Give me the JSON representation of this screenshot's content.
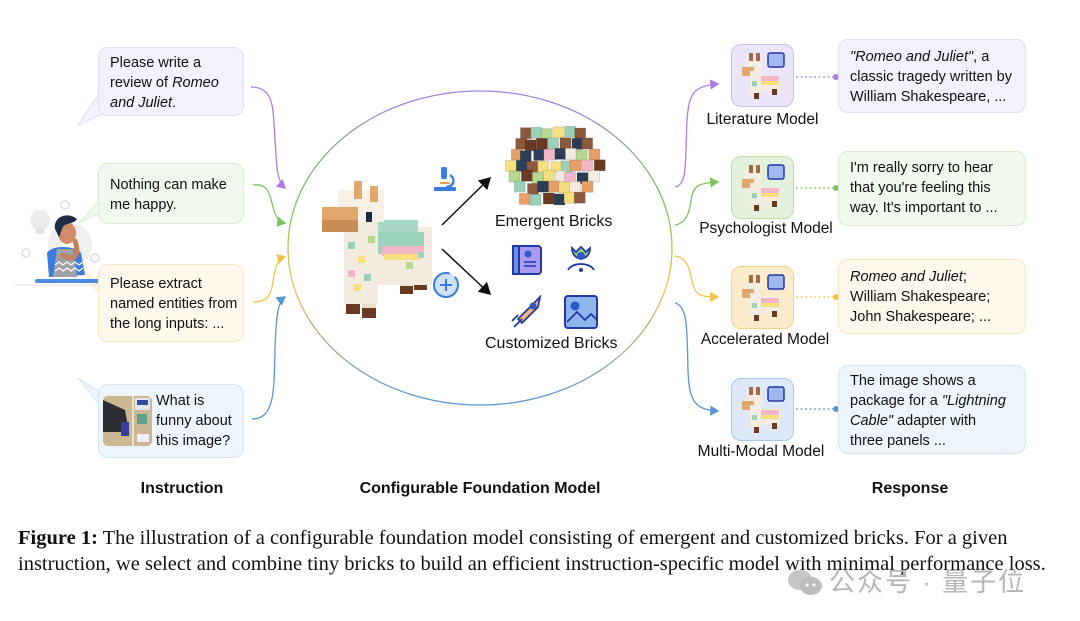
{
  "figure": {
    "section_labels": {
      "instruction": "Instruction",
      "model": "Configurable Foundation Model",
      "response": "Response"
    },
    "instructions": [
      {
        "segments": [
          {
            "text": "Please write a review of ",
            "italic": false
          },
          {
            "text": "Romeo and Juliet",
            "italic": true
          },
          {
            "text": ".",
            "italic": false
          }
        ],
        "lines": [
          "Please write a",
          "review of |Romeo|",
          "|and Juliet|."
        ],
        "color": "purple"
      },
      {
        "lines": [
          "Nothing can make",
          "me happy."
        ],
        "color": "green"
      },
      {
        "lines": [
          "Please extract",
          "named entities from",
          "the long inputs: ..."
        ],
        "color": "yellow"
      },
      {
        "lines": [
          "What is",
          "funny about",
          "this image?"
        ],
        "color": "blue",
        "has_image": true,
        "image_desc": "photo of a phone plugged into a VGA-style connector"
      }
    ],
    "center": {
      "emergent_label": "Emergent Bricks",
      "customized_label": "Customized Bricks",
      "icons": [
        "llama-brick-model",
        "microscope-icon",
        "plus-circle-icon",
        "emergent-bricks-pile",
        "book-brick-icon",
        "psychology-brick-icon",
        "rocket-brick-icon",
        "image-brick-icon"
      ]
    },
    "models": [
      {
        "label": "Literature Model",
        "color": "purple",
        "brick_icon": "book-brick-icon"
      },
      {
        "label": "Psychologist Model",
        "color": "green",
        "brick_icon": "psychology-brick-icon"
      },
      {
        "label": "Accelerated Model",
        "color": "yellow",
        "brick_icon": "rocket-brick-icon"
      },
      {
        "label": "Multi-Modal Model",
        "color": "blue",
        "brick_icon": "image-brick-icon"
      }
    ],
    "responses": [
      {
        "lines": [
          "|\"Romeo and Juliet\"|, a",
          "classic tragedy written by",
          "William Shakespeare, ..."
        ],
        "color": "purple"
      },
      {
        "lines": [
          "I'm really sorry to hear",
          "that you're feeling this",
          "way. It's important to ..."
        ],
        "color": "green"
      },
      {
        "lines": [
          "|Romeo and Juliet|;",
          "William Shakespeare;",
          "John Shakespeare; ..."
        ],
        "color": "yellow"
      },
      {
        "lines": [
          "The image shows a",
          "package for a |\"Lightning|",
          "|Cable\"| adapter with",
          "three panels ..."
        ],
        "color": "blue"
      }
    ],
    "colors": {
      "purple": "#a87ee6",
      "green": "#7cc35b",
      "yellow": "#f3c24a",
      "blue": "#5b95d6"
    }
  },
  "caption": {
    "label": "Figure 1:",
    "text": " The illustration of a configurable foundation model consisting of emergent and customized bricks. For a given instruction, we select and combine tiny bricks to build an efficient instruction-specific model with minimal performance loss."
  },
  "watermark": "公众号 · 量子位"
}
